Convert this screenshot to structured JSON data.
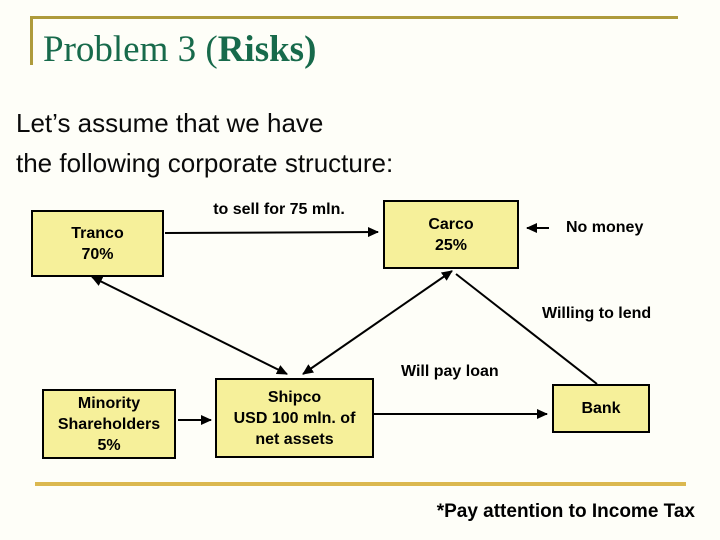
{
  "slide": {
    "title_prefix": "Problem 3 (",
    "title_emphasis": "Risks)",
    "title_color": "#176a4b",
    "intro_lines": [
      "Let’s assume that we have",
      "the following corporate structure:"
    ],
    "footnote": "*Pay attention to Income Tax",
    "accent_gold_dark": "#ae9b3c",
    "accent_gold_light": "#dbb850",
    "background": "#fefef8"
  },
  "diagram": {
    "node_fill": "#f6f09a",
    "node_border": "#000000",
    "nodes": {
      "tranco": {
        "lines": [
          "Tranco",
          "70%"
        ]
      },
      "carco": {
        "lines": [
          "Carco",
          "25%"
        ]
      },
      "minority": {
        "lines": [
          "Minority",
          "Shareholders",
          "5%"
        ]
      },
      "shipco": {
        "lines": [
          "Shipco",
          "USD 100 mln. of",
          "net assets"
        ]
      },
      "bank": {
        "lines": [
          "Bank"
        ]
      }
    },
    "labels": {
      "sell": "to sell for 75 mln.",
      "no_money": "No money",
      "willing_to_lend": "Willing to lend",
      "will_pay_loan": "Will pay loan"
    }
  }
}
